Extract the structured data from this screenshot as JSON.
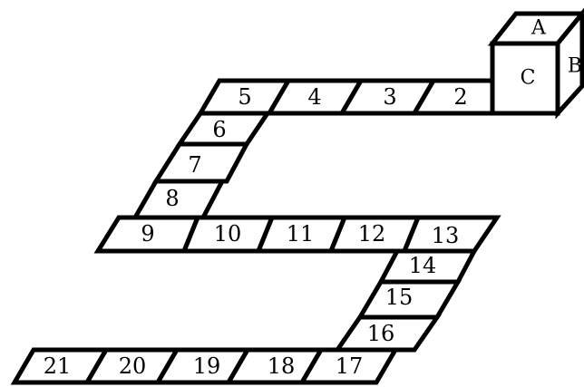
{
  "squares": [
    "2",
    "3",
    "4",
    "5",
    "6",
    "7",
    "8",
    "9",
    "10",
    "11",
    "12",
    "13",
    "14",
    "15",
    "16",
    "17",
    "18",
    "19",
    "20",
    "21"
  ],
  "cube": {
    "top": "A",
    "front": "C",
    "side": "B"
  }
}
